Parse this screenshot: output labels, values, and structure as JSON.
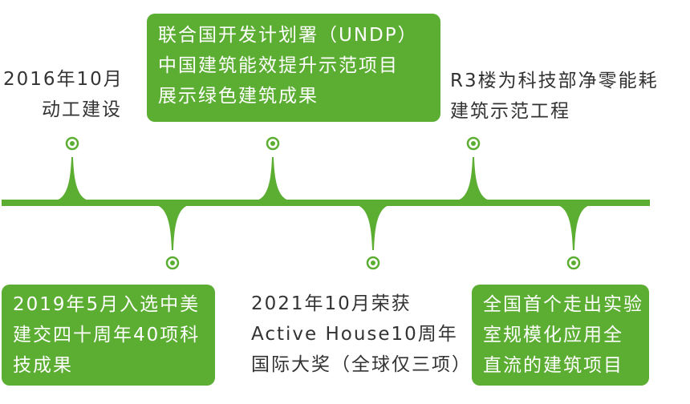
{
  "accent_color": "#5cae33",
  "milestones": [
    {
      "lines": [
        "2016年10月",
        "动工建设"
      ],
      "position": "above",
      "style": "plain"
    },
    {
      "lines": [
        "2019年5月入选中美",
        "建交四十周年40项科",
        "技成果"
      ],
      "position": "below",
      "style": "box"
    },
    {
      "lines": [
        "联合国开发计划署（UNDP）",
        "中国建筑能效提升示范项目",
        "展示绿色建筑成果"
      ],
      "position": "above",
      "style": "box"
    },
    {
      "lines": [
        "2021年10月荣获",
        "Active House10周年",
        "国际大奖（全球仅三项）"
      ],
      "position": "below",
      "style": "plain"
    },
    {
      "lines": [
        "R3楼为科技部净零能耗",
        "建筑示范工程"
      ],
      "position": "above",
      "style": "plain"
    },
    {
      "lines": [
        "全国首个走出实验",
        "室规模化应用全",
        "直流的建筑项目"
      ],
      "position": "below",
      "style": "box"
    }
  ]
}
